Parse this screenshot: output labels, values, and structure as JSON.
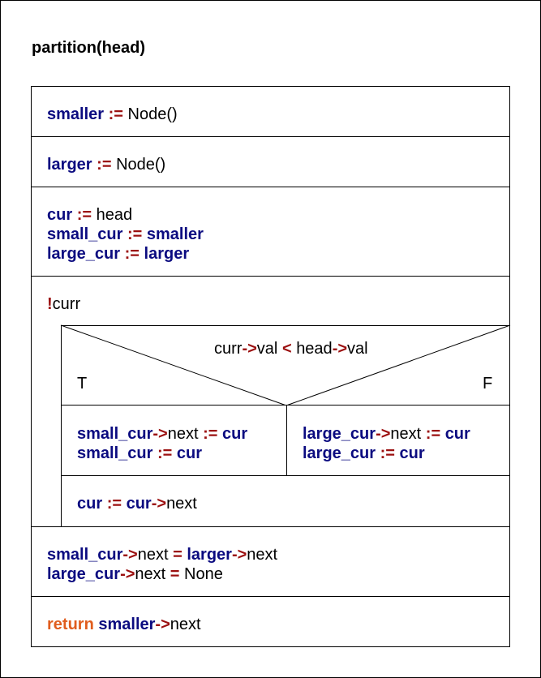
{
  "title": "partition(head)",
  "ops": {
    "assign": ":=",
    "arrow": "->",
    "eq": "=",
    "lt": "<",
    "not": "!"
  },
  "vars": {
    "smaller": "smaller",
    "larger": "larger",
    "cur": "cur",
    "head": "head",
    "small_cur": "small_cur",
    "large_cur": "large_cur",
    "curr": "curr",
    "next": "next",
    "val": "val"
  },
  "calls": {
    "node": "Node()"
  },
  "values": {
    "none": "None"
  },
  "keywords": {
    "return": "return"
  },
  "branch": {
    "true_label": "T",
    "false_label": "F"
  },
  "colors": {
    "keyword": "#0b0b80",
    "operator": "#9b0f0f",
    "return": "#e05d1e",
    "border": "#000000"
  }
}
